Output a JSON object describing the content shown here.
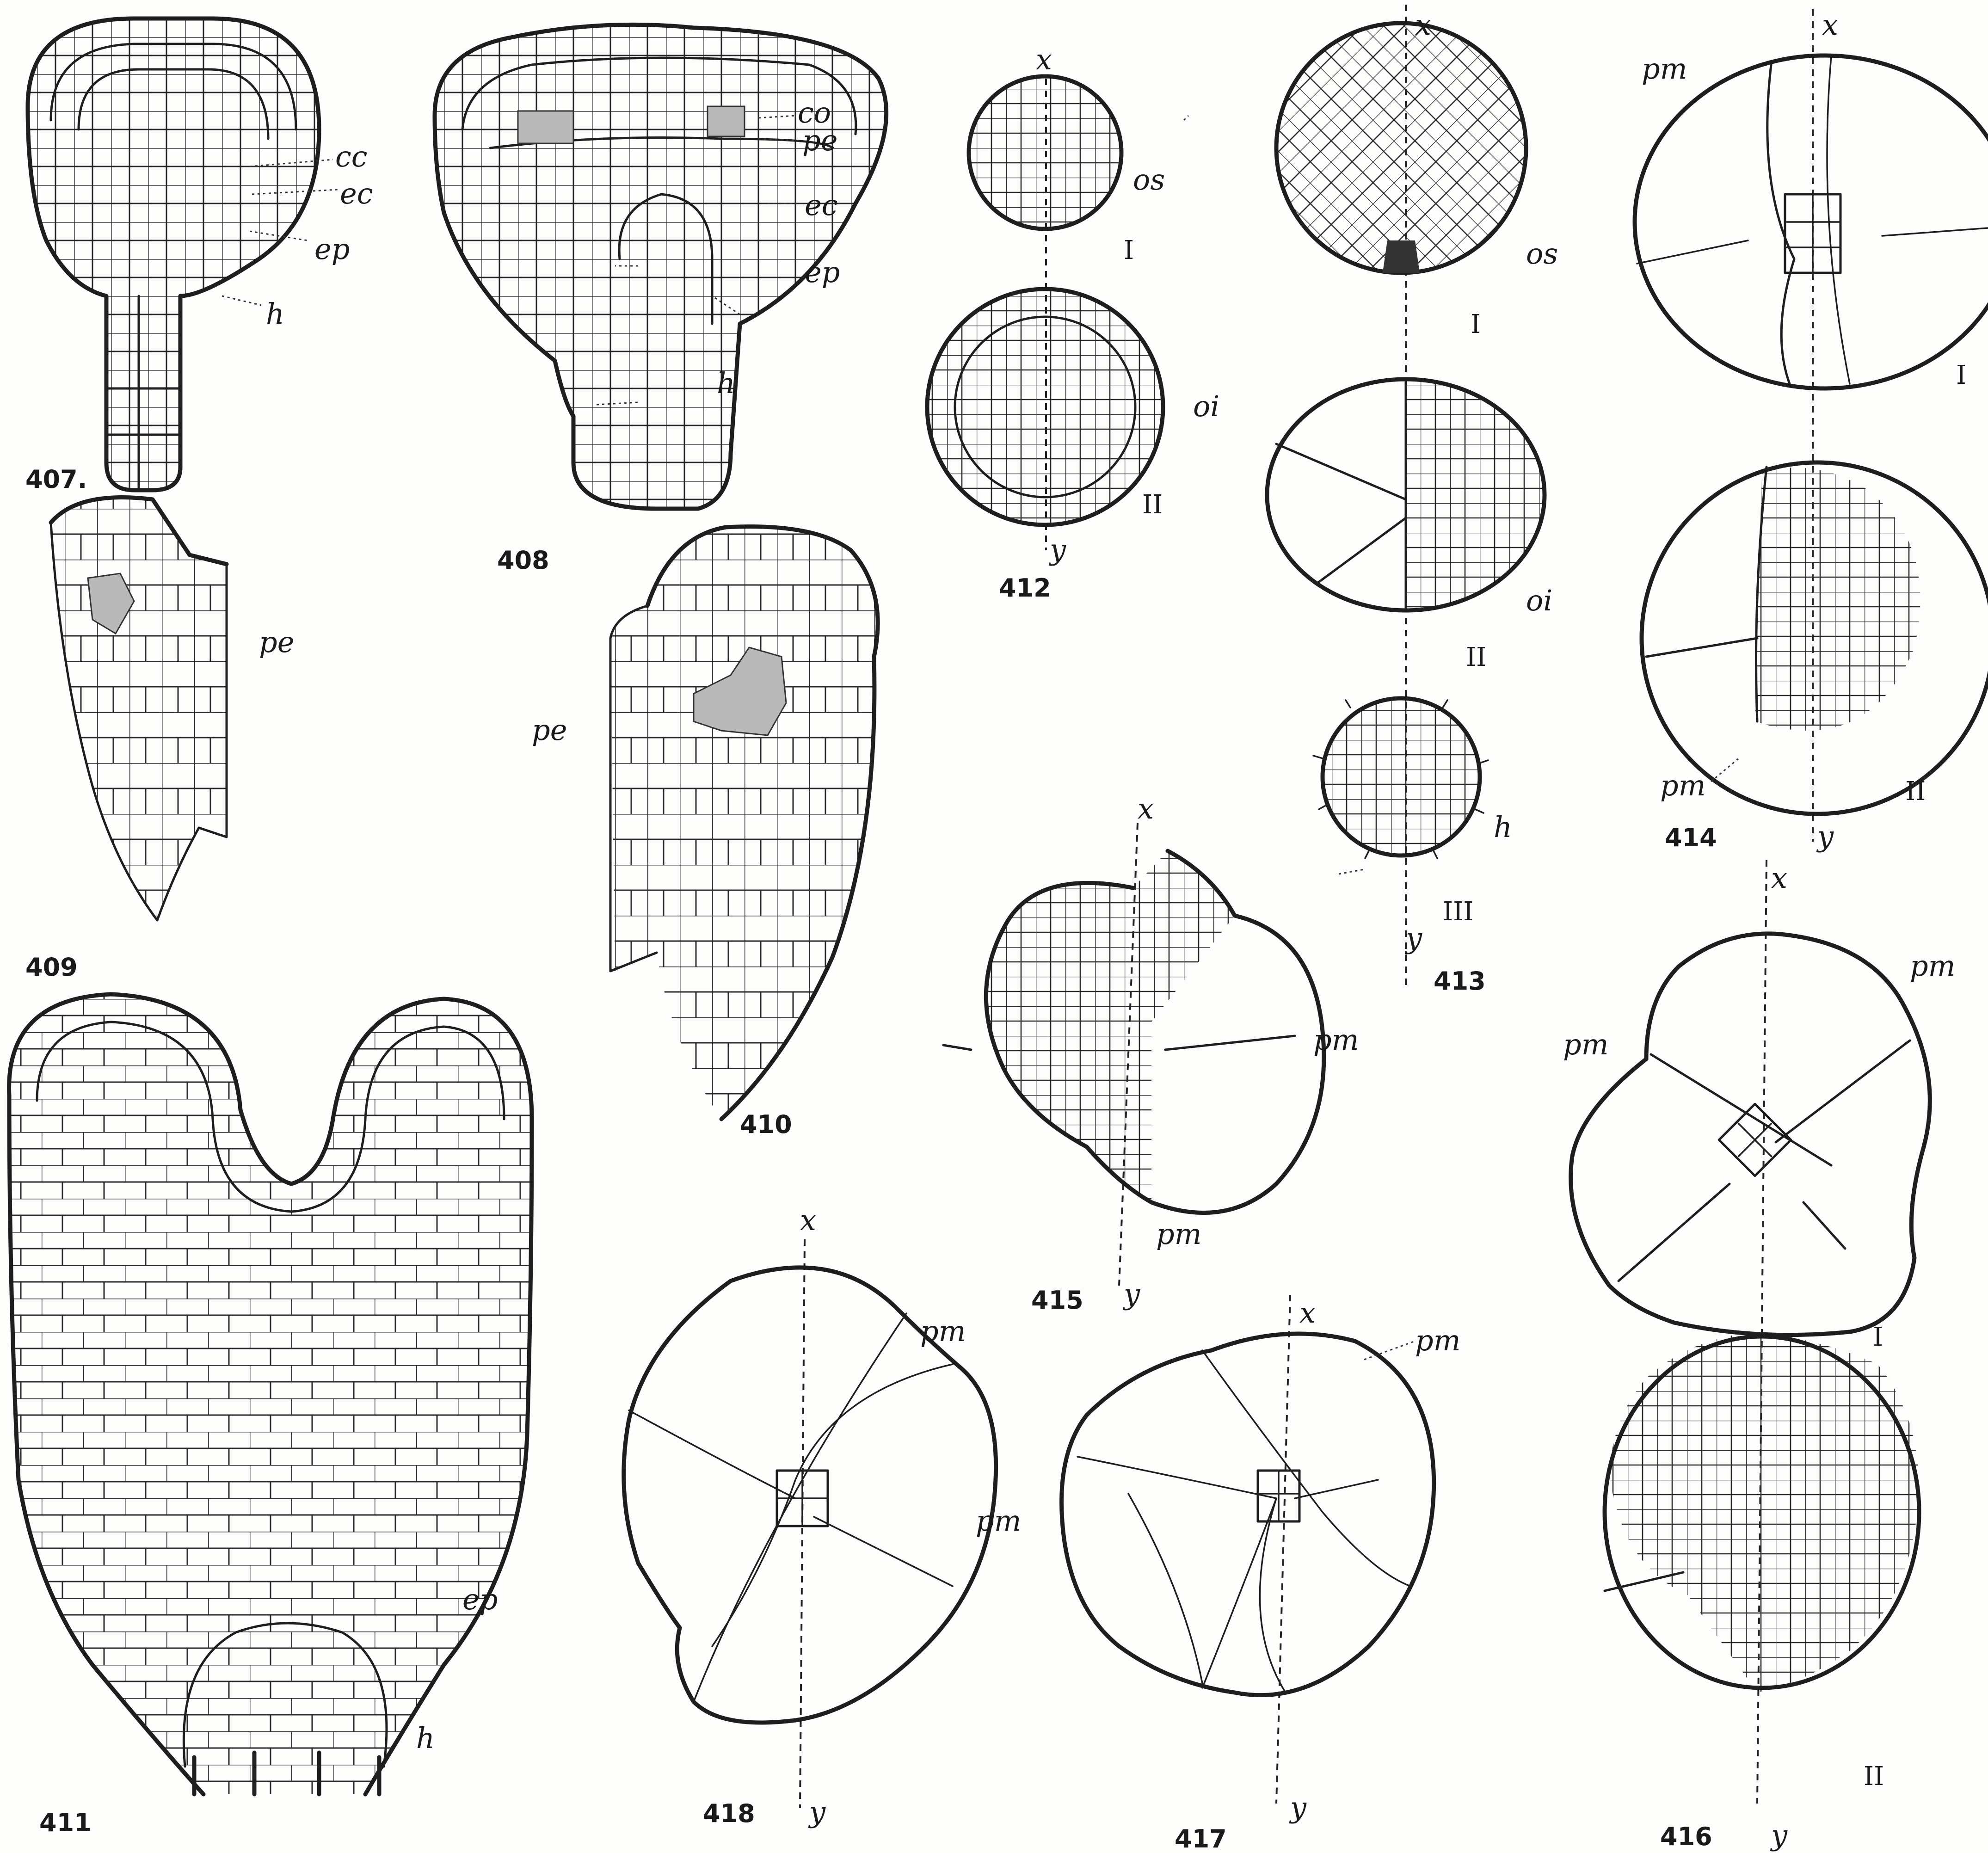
{
  "figures": [
    {
      "number": "407.",
      "labels": [
        "cc",
        "ec",
        "ep",
        "h"
      ]
    },
    {
      "number": "408",
      "labels": [
        "co",
        "pe",
        "ec",
        "ep",
        "h"
      ]
    },
    {
      "number": "409",
      "labels": [
        "pe"
      ]
    },
    {
      "number": "410",
      "labels": [
        "pe"
      ]
    },
    {
      "number": "411",
      "labels": [
        "ep",
        "h"
      ]
    },
    {
      "number": "412",
      "labels": [
        "x",
        "os",
        "I",
        "oi",
        "II",
        "y"
      ]
    },
    {
      "number": "413",
      "labels": [
        "x",
        "os",
        "I",
        "oi",
        "II",
        "h",
        "III",
        "y"
      ]
    },
    {
      "number": "414",
      "labels": [
        "pm",
        "x",
        "I",
        "pm",
        "II",
        "y"
      ]
    },
    {
      "number": "415",
      "labels": [
        "x",
        "pm",
        "pm",
        "y"
      ]
    },
    {
      "number": "416",
      "labels": [
        "x",
        "pm",
        "pm",
        "I",
        "II",
        "y"
      ]
    },
    {
      "number": "417",
      "labels": [
        "x",
        "pm",
        "y"
      ]
    },
    {
      "number": "418",
      "labels": [
        "x",
        "pm",
        "pm",
        "y"
      ]
    }
  ]
}
